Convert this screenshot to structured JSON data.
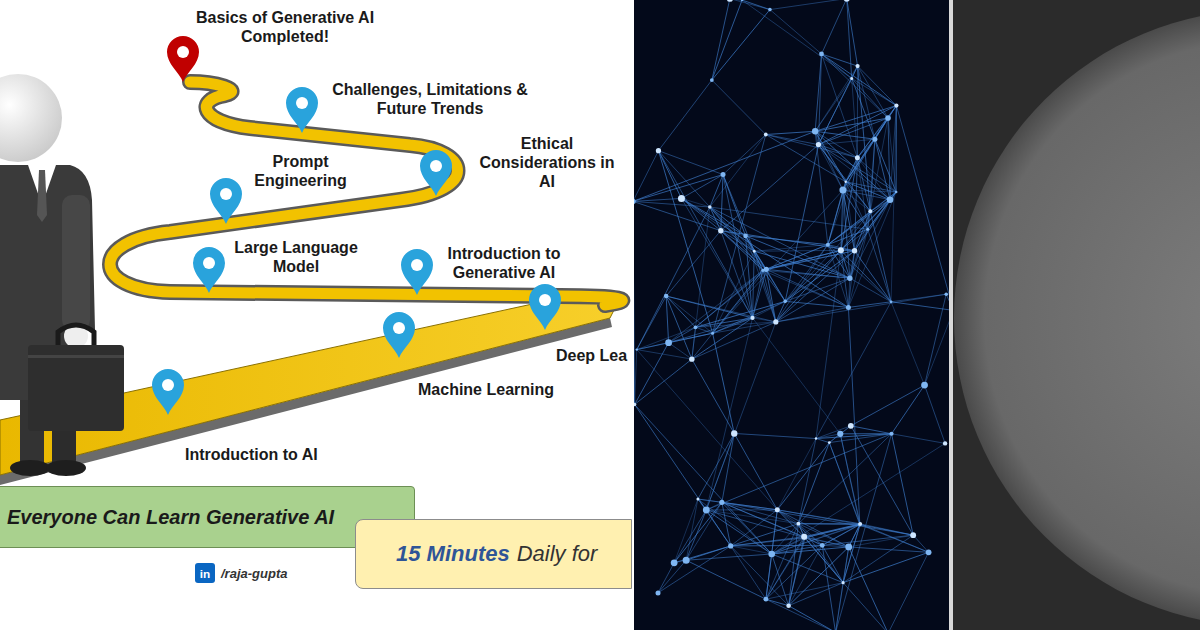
{
  "diagram": {
    "nodes": [
      {
        "text": [
          "Everyone Can Learn Generative AI"
        ]
      },
      {
        "text": [
          "15 Minutes",
          "Daily for"
        ]
      },
      {
        "text": [
          "in"
        ]
      }
    ],
    "labels": [
      "Basics of Generative AI Completed!",
      "Challenges, Limitations & Future Trends",
      "Ethical Considerations in AI",
      "Prompt Engineering",
      "Large Language Model",
      "Introduction to Generative AI",
      "Deep Lea",
      "Machine Learning",
      "Introduction to AI",
      "/raja-gupta"
    ]
  }
}
